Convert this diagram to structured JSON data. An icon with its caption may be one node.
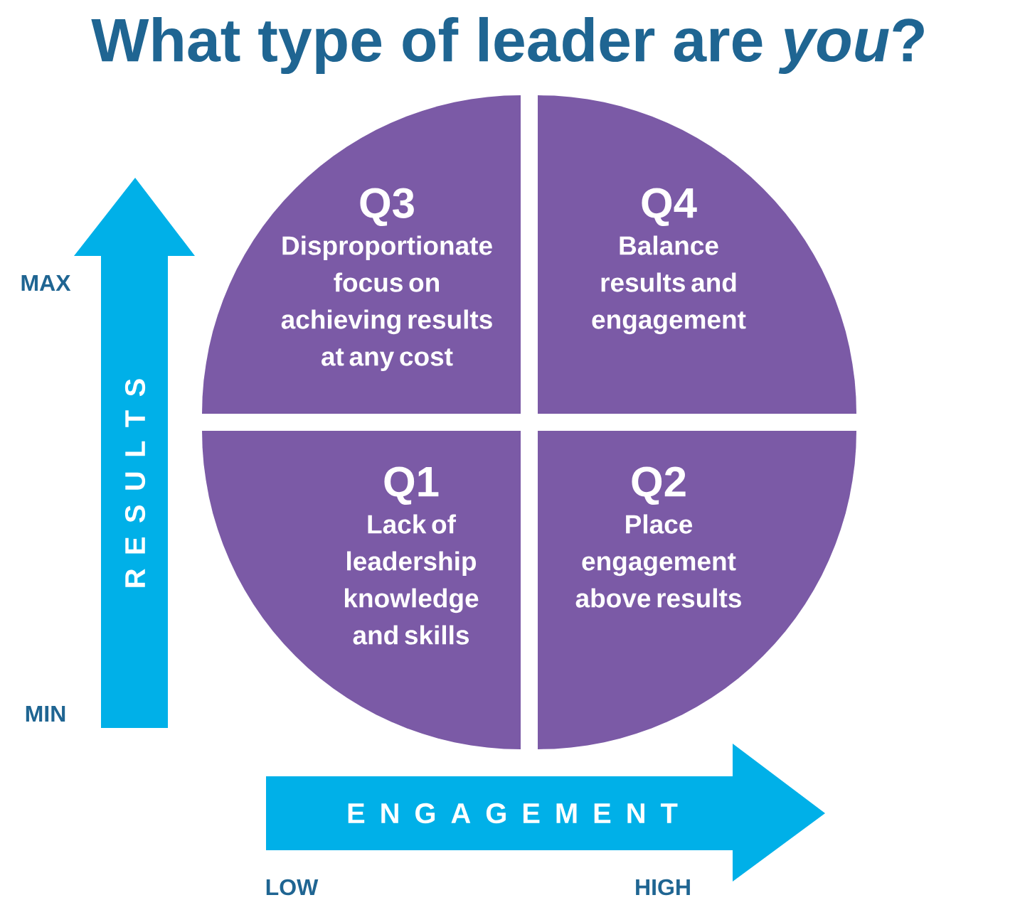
{
  "diagram": {
    "title": "What type of leader are *you*?",
    "nodes": [
      {
        "text": [
          "Q3",
          "Disproportionate focus on achieving results at any cost"
        ]
      },
      {
        "text": [
          "Q4",
          "Balance results and engagement"
        ]
      },
      {
        "text": [
          "Q1",
          "Lack of leadership knowledge and skills"
        ]
      },
      {
        "text": [
          "Q2",
          "Place engagement above results"
        ]
      },
      {
        "text": [
          "R E S U L T S"
        ],
        "beside": [
          "MAX",
          "MIN"
        ]
      },
      {
        "text": [
          "E N G A G E M E N T"
        ],
        "beside": [
          "LOW",
          "HIGH"
        ]
      }
    ]
  }
}
